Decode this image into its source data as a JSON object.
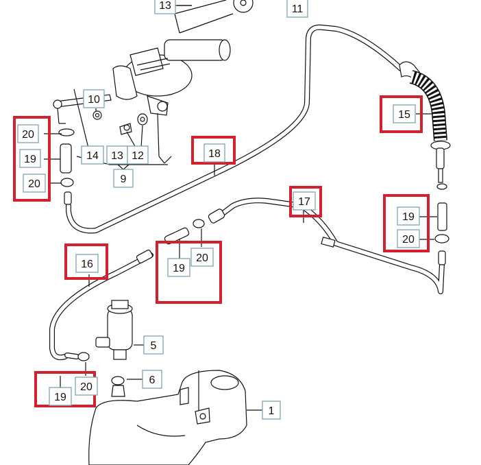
{
  "highlight_color": "#d2202f",
  "labels": {
    "p13_top": "13",
    "p11": "11",
    "p10": "10",
    "p20_a": "20",
    "p19_a": "19",
    "p14": "14",
    "p13": "13",
    "p12": "12",
    "p20_b": "20",
    "p9": "9",
    "p18": "18",
    "p15": "15",
    "p17": "17",
    "p19_b": "19",
    "p20_c": "20",
    "p16": "16",
    "p19_c": "19",
    "p20_d": "20",
    "p5": "5",
    "p6": "6",
    "p19_d": "19",
    "p20_e": "20",
    "p1": "1"
  }
}
